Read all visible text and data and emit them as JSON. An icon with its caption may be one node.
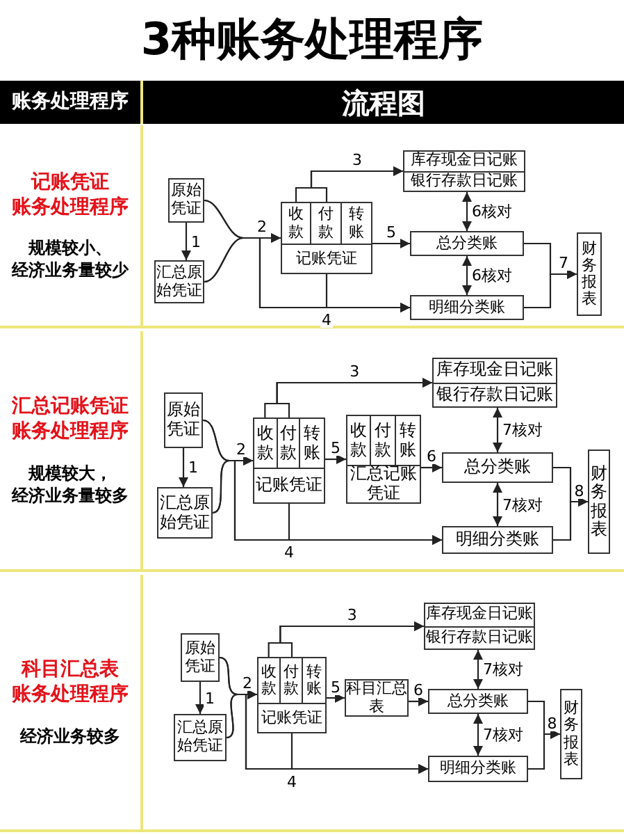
{
  "diagram": {
    "title": "3种账务处理程序",
    "nodes": [
      {
        "text": [
          "原始凭证"
        ]
      },
      {
        "text": [
          "汇总原始凭证"
        ]
      },
      {
        "text": [
          "记账凭证"
        ]
      },
      {
        "text": [
          "收款"
        ],
        "in": 2
      },
      {
        "text": [
          "付款"
        ],
        "in": 2
      },
      {
        "text": [
          "转账"
        ],
        "in": 2
      },
      {
        "text": [
          "库存现金日记账",
          "银行存款日记账"
        ]
      },
      {
        "text": [
          "总分类账"
        ]
      },
      {
        "text": [
          "明细分类账"
        ]
      },
      {
        "text": [
          "财务报表"
        ]
      },
      {
        "text": [
          "原始凭证"
        ]
      },
      {
        "text": [
          "汇总原始凭证"
        ]
      },
      {
        "text": [
          "记账凭证"
        ]
      },
      {
        "text": [
          "收款"
        ],
        "in": 12
      },
      {
        "text": [
          "付款"
        ],
        "in": 12
      },
      {
        "text": [
          "转账"
        ],
        "in": 12
      },
      {
        "text": [
          "汇总记账凭证"
        ]
      },
      {
        "text": [
          "收款"
        ],
        "in": 16
      },
      {
        "text": [
          "付款"
        ],
        "in": 16
      },
      {
        "text": [
          "转账"
        ],
        "in": 16
      },
      {
        "text": [
          "库存现金日记账",
          "银行存款日记账"
        ]
      },
      {
        "text": [
          "总分类账"
        ]
      },
      {
        "text": [
          "明细分类账"
        ]
      },
      {
        "text": [
          "财务报表"
        ]
      },
      {
        "text": [
          "原始凭证"
        ]
      },
      {
        "text": [
          "汇总原始凭证"
        ]
      },
      {
        "text": [
          "记账凭证"
        ]
      },
      {
        "text": [
          "收款"
        ],
        "in": 26
      },
      {
        "text": [
          "付款"
        ],
        "in": 26
      },
      {
        "text": [
          "转账"
        ],
        "in": 26
      },
      {
        "text": [
          "科目汇总表"
        ]
      },
      {
        "text": [
          "库存现金日记账",
          "银行存款日记账"
        ]
      },
      {
        "text": [
          "总分类账"
        ]
      },
      {
        "text": [
          "明细分类账"
        ]
      },
      {
        "text": [
          "财务报表"
        ]
      }
    ],
    "edges": [
      {
        "from": 0,
        "to": 1,
        "arrow": "to",
        "label": "1"
      },
      {
        "from": 0,
        "to": 2,
        "arrow": "to",
        "label": "2"
      },
      {
        "from": 1,
        "to": 2,
        "arrow": "to"
      },
      {
        "from": 3,
        "to": 6,
        "arrow": "to",
        "label": "3"
      },
      {
        "from": 4,
        "to": 6,
        "arrow": "to"
      },
      {
        "from": 0,
        "to": 8,
        "arrow": "to"
      },
      {
        "from": 1,
        "to": 8,
        "arrow": "to"
      },
      {
        "from": 2,
        "to": 8,
        "arrow": "to",
        "label": "4"
      },
      {
        "from": 2,
        "to": 7,
        "arrow": "to",
        "label": "5"
      },
      {
        "from": 6,
        "to": 7,
        "arrow": "both",
        "label": "6核对"
      },
      {
        "from": 7,
        "to": 8,
        "arrow": "both",
        "label": "6核对"
      },
      {
        "from": 7,
        "to": 9,
        "arrow": "to",
        "label": "7"
      },
      {
        "from": 8,
        "to": 9,
        "arrow": "to"
      },
      {
        "from": 10,
        "to": 11,
        "arrow": "to",
        "label": "1"
      },
      {
        "from": 10,
        "to": 12,
        "arrow": "to",
        "label": "2"
      },
      {
        "from": 11,
        "to": 12,
        "arrow": "to"
      },
      {
        "from": 13,
        "to": 20,
        "arrow": "to",
        "label": "3"
      },
      {
        "from": 14,
        "to": 20,
        "arrow": "to"
      },
      {
        "from": 10,
        "to": 22,
        "arrow": "to"
      },
      {
        "from": 11,
        "to": 22,
        "arrow": "to"
      },
      {
        "from": 12,
        "to": 22,
        "arrow": "to",
        "label": "4"
      },
      {
        "from": 12,
        "to": 16,
        "arrow": "to",
        "label": "5"
      },
      {
        "from": 16,
        "to": 21,
        "arrow": "to",
        "label": "6"
      },
      {
        "from": 20,
        "to": 21,
        "arrow": "both",
        "label": "7核对"
      },
      {
        "from": 21,
        "to": 22,
        "arrow": "both",
        "label": "7核对"
      },
      {
        "from": 21,
        "to": 23,
        "arrow": "to",
        "label": "8"
      },
      {
        "from": 22,
        "to": 23,
        "arrow": "to"
      },
      {
        "from": 24,
        "to": 25,
        "arrow": "to",
        "label": "1"
      },
      {
        "from": 24,
        "to": 26,
        "arrow": "to",
        "label": "2"
      },
      {
        "from": 25,
        "to": 26,
        "arrow": "to"
      },
      {
        "from": 27,
        "to": 31,
        "arrow": "to",
        "label": "3"
      },
      {
        "from": 28,
        "to": 31,
        "arrow": "to"
      },
      {
        "from": 24,
        "to": 33,
        "arrow": "to"
      },
      {
        "from": 25,
        "to": 33,
        "arrow": "to"
      },
      {
        "from": 26,
        "to": 33,
        "arrow": "to",
        "label": "4"
      },
      {
        "from": 26,
        "to": 30,
        "arrow": "to",
        "label": "5"
      },
      {
        "from": 30,
        "to": 32,
        "arrow": "to",
        "label": "6"
      },
      {
        "from": 31,
        "to": 32,
        "arrow": "both",
        "label": "7核对"
      },
      {
        "from": 32,
        "to": 33,
        "arrow": "both",
        "label": "7核对"
      },
      {
        "from": 32,
        "to": 34,
        "arrow": "to",
        "label": "8"
      },
      {
        "from": 33,
        "to": 34,
        "arrow": "to"
      }
    ],
    "labels": [
      "账务处理程序",
      "流程图",
      "记账凭证账务处理程序",
      "规模较小、经济业务量较少",
      "汇总记账凭证账务处理程序",
      "规模较大，经济业务量较多",
      "科目汇总表账务处理程序",
      "经济业务较多"
    ]
  }
}
